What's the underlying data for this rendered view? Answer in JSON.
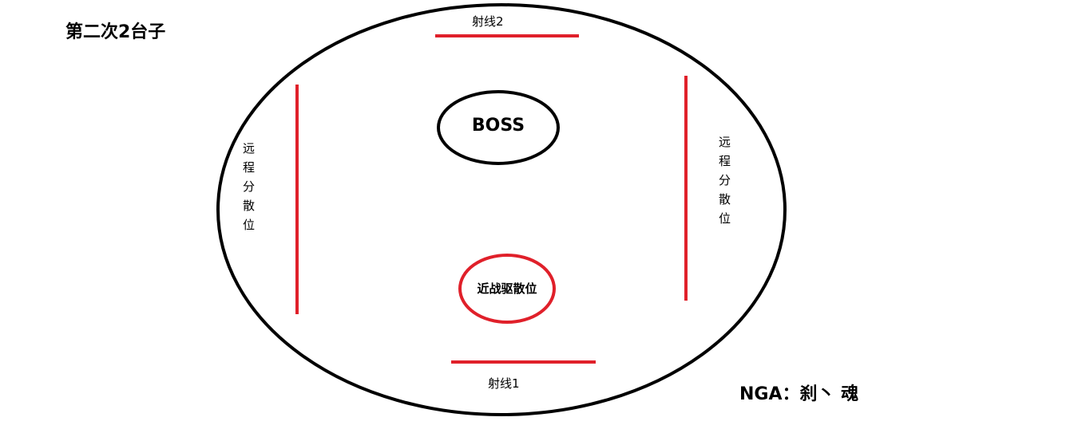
{
  "title": "第二次2台子",
  "arena": {
    "ranged_line_top_label": "射线2",
    "ranged_line_bottom_label": "射线1",
    "boss_label": "BOSS",
    "melee_spread_label": "近战驱散位",
    "ranged_spread_left_label": "远程分散位",
    "ranged_spread_right_label": "远程分散位"
  },
  "credit": "NGA：刹丶 魂",
  "colors": {
    "outline": "#000000",
    "marker_red": "#e0202a",
    "background": "#ffffff"
  }
}
